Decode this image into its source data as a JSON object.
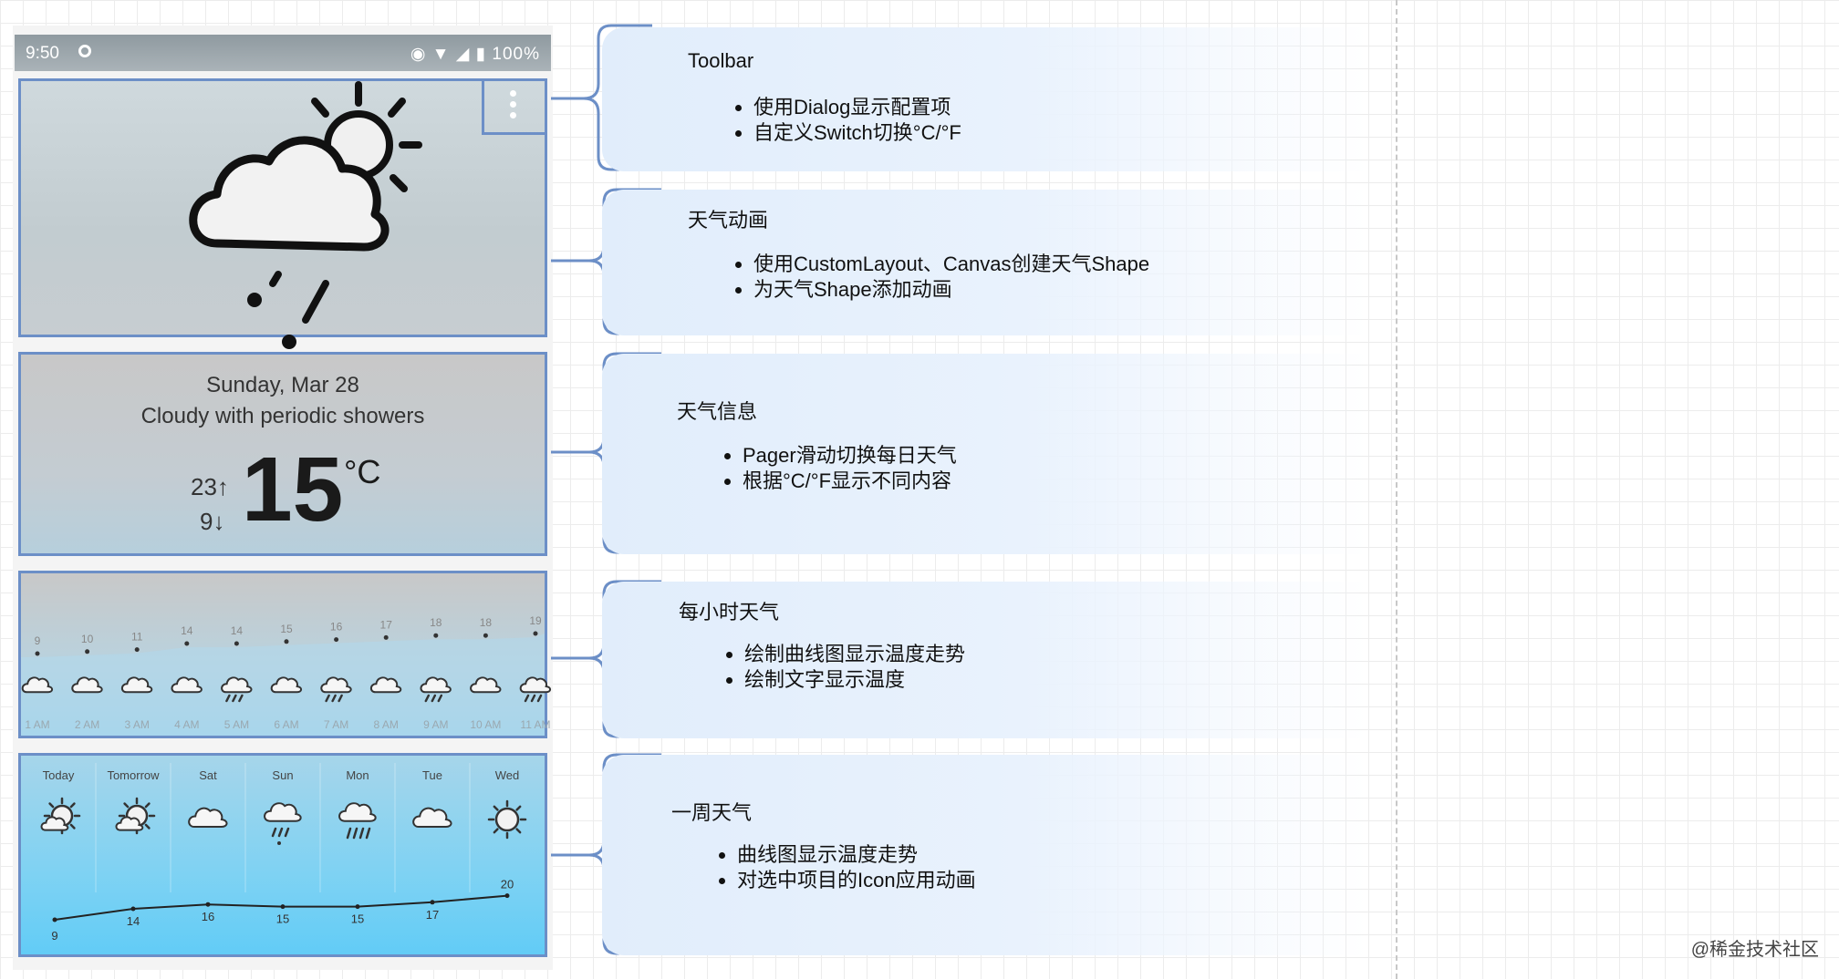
{
  "status_bar": {
    "time": "9:50",
    "battery": "100%"
  },
  "current": {
    "date": "Sunday, Mar 28",
    "condition": "Cloudy with periodic showers",
    "high": "23",
    "low": "9",
    "temp": "15",
    "unit": "°C"
  },
  "hourly": {
    "times": [
      "1 AM",
      "2 AM",
      "3 AM",
      "4 AM",
      "5 AM",
      "6 AM",
      "7 AM",
      "8 AM",
      "9 AM",
      "10 AM",
      "11 AM"
    ],
    "temps": [
      9,
      10,
      11,
      14,
      14,
      15,
      16,
      17,
      18,
      18,
      19
    ],
    "icons": [
      "cloud",
      "cloud",
      "cloud",
      "cloud",
      "rain",
      "cloud",
      "rain",
      "cloud",
      "rain",
      "cloud",
      "rain"
    ]
  },
  "weekly": {
    "days": [
      "Today",
      "Tomorrow",
      "Sat",
      "Sun",
      "Mon",
      "Tue",
      "Wed"
    ],
    "temps": [
      9,
      14,
      16,
      15,
      15,
      17,
      20
    ],
    "icons": [
      "partly-cloudy",
      "partly-cloudy",
      "cloud",
      "rain-shower",
      "heavy-rain",
      "cloud",
      "sun"
    ]
  },
  "annotations": [
    {
      "title": "Toolbar",
      "items": [
        "使用Dialog显示配置项",
        "自定义Switch切换°C/°F"
      ]
    },
    {
      "title": "天气动画",
      "items": [
        "使用CustomLayout、Canvas创建天气Shape",
        "为天气Shape添加动画"
      ]
    },
    {
      "title": "天气信息",
      "items": [
        "Pager滑动切换每日天气",
        "根据°C/°F显示不同内容"
      ]
    },
    {
      "title": "每小时天气",
      "items": [
        "绘制曲线图显示温度走势",
        "绘制文字显示温度"
      ]
    },
    {
      "title": "一周天气",
      "items": [
        "曲线图显示温度走势",
        "对选中项目的Icon应用动画"
      ]
    }
  ],
  "watermark": "@稀金技术社区"
}
